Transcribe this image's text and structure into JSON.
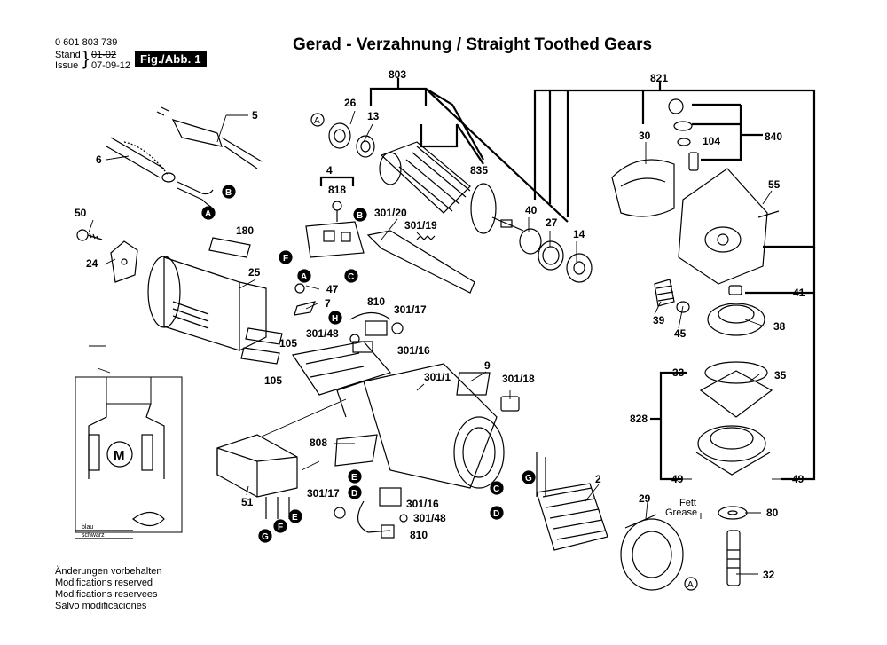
{
  "header": {
    "doc_number": "0 601 803 739",
    "stand_label": "Stand",
    "stand_value": "01-02",
    "issue_label": "Issue",
    "issue_value": "07-09-12",
    "fig_label": "Fig./Abb. 1"
  },
  "title": "Gerad - Verzahnung / Straight Toothed Gears",
  "parts": {
    "p803": "803",
    "p821": "821",
    "p26": "26",
    "p13": "13",
    "p5": "5",
    "p835": "835",
    "p30": "30",
    "p104": "104",
    "p840": "840",
    "p6": "6",
    "p4": "4",
    "p818": "818",
    "p40": "40",
    "p27": "27",
    "p14": "14",
    "p55": "55",
    "p50": "50",
    "p180": "180",
    "p301_20": "301/20",
    "p301_19": "301/19",
    "p24": "24",
    "p25": "25",
    "p47": "47",
    "p7": "7",
    "p810a": "810",
    "p301_17a": "301/17",
    "p41": "41",
    "p39": "39",
    "p45": "45",
    "p38": "38",
    "p301_48a": "301/48",
    "p301_16a": "301/16",
    "p105a": "105",
    "p105b": "105",
    "p301_1": "301/1",
    "p9": "9",
    "p301_18": "301/18",
    "p33": "33",
    "p35": "35",
    "p828": "828",
    "p808": "808",
    "p2": "2",
    "p49a": "49",
    "p49b": "49",
    "p51": "51",
    "p301_17b": "301/17",
    "p301_16b": "301/16",
    "p301_48b": "301/48",
    "p810b": "810",
    "p29": "29",
    "p80": "80",
    "p32": "32"
  },
  "callouts": {
    "A1": "A",
    "A2": "A",
    "A3": "A",
    "B1": "B",
    "B2": "B",
    "C1": "C",
    "C2": "C",
    "D1": "D",
    "D2": "D",
    "E1": "E",
    "E2": "E",
    "F1": "F",
    "F2": "F",
    "G1": "G",
    "G2": "G",
    "H1": "H"
  },
  "annotations": {
    "fett": "Fett",
    "grease": "Grease",
    "blau": "blau",
    "schwarz": "schwarz",
    "motor_symbol": "M"
  },
  "notes": [
    "Änderungen vorbehalten",
    "Modifications reserved",
    "Modifications reservees",
    "Salvo modificaciones"
  ]
}
